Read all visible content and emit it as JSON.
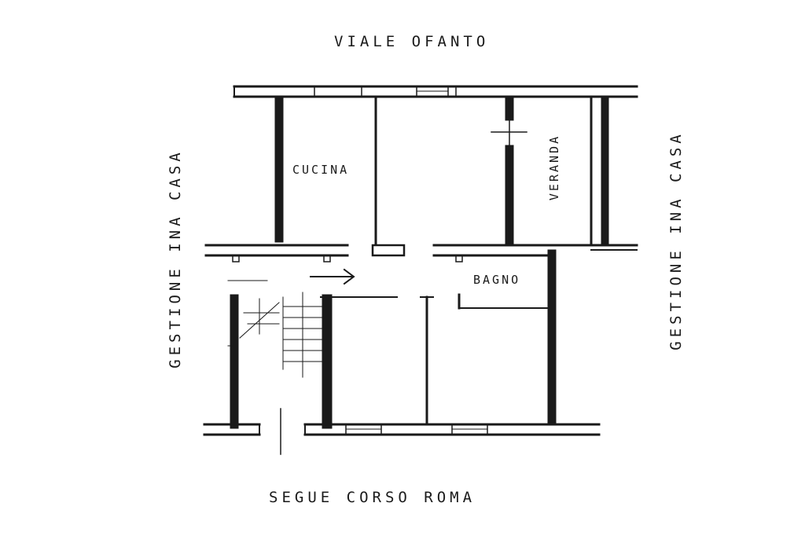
{
  "labels": {
    "north_street": "VIALE   OFANTO",
    "south_street": "SEGUE   CORSO  ROMA",
    "west_neighbor": "GESTIONE  INA CASA",
    "east_neighbor": "GESTIONE  INA CASA"
  },
  "rooms": {
    "kitchen": "CUCINA",
    "veranda": "VERANDA",
    "bathroom": "BAGNO"
  },
  "colors": {
    "ink": "#1a1a1a",
    "paper": "#ffffff"
  }
}
